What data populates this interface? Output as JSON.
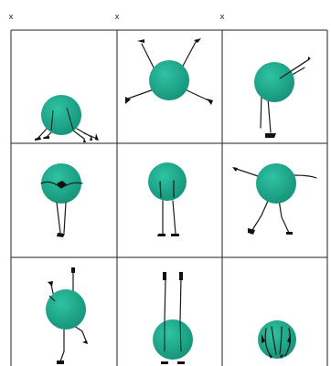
{
  "colors": {
    "figure_fill": "#1fa68a",
    "figure_highlight": "#2fc3a3",
    "limb": "#1a1a1a",
    "grid_line": "#222222"
  },
  "markers": [
    "x",
    "x",
    "x"
  ],
  "grid": {
    "rows": 3,
    "cols": 3,
    "poses": [
      "crouching",
      "star-jump",
      "one-leg-stand",
      "hands-on-belly",
      "standing",
      "running-arms-out",
      "reaching-up",
      "handstand",
      "curled-up"
    ]
  }
}
